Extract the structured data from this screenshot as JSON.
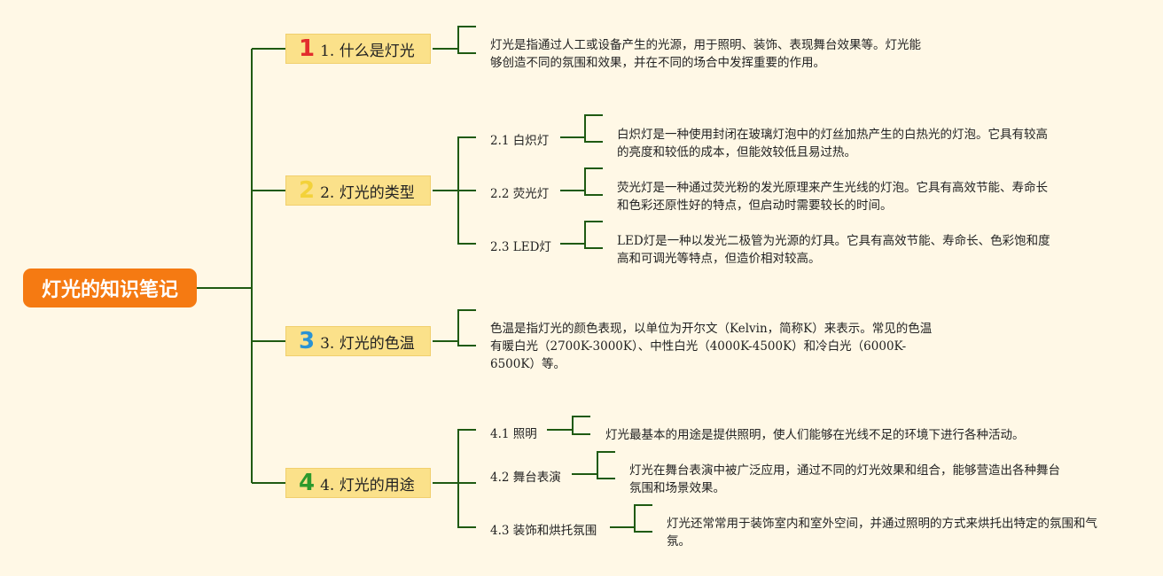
{
  "root": {
    "label": "灯光的知识笔记"
  },
  "topics": [
    {
      "num": "1",
      "label": "1. 什么是灯光",
      "badge_color": "#e22d2d",
      "desc": "灯光是指通过人工或设备产生的光源，用于照明、装饰、表现舞台效果等。灯光能够创造不同的氛围和效果，并在不同的场合中发挥重要的作用。"
    },
    {
      "num": "2",
      "label": "2. 灯光的类型",
      "badge_color": "#f3d23a",
      "subs": [
        {
          "label": "2.1 白炽灯",
          "desc": "白炽灯是一种使用封闭在玻璃灯泡中的灯丝加热产生的白热光的灯泡。它具有较高的亮度和较低的成本，但能效较低且易过热。"
        },
        {
          "label": "2.2 荧光灯",
          "desc": "荧光灯是一种通过荧光粉的发光原理来产生光线的灯泡。它具有高效节能、寿命长和色彩还原性好的特点，但启动时需要较长的时间。"
        },
        {
          "label": "2.3 LED灯",
          "desc": "LED灯是一种以发光二极管为光源的灯具。它具有高效节能、寿命长、色彩饱和度高和可调光等特点，但造价相对较高。"
        }
      ]
    },
    {
      "num": "3",
      "label": "3. 灯光的色温",
      "badge_color": "#2a93d4",
      "desc": "色温是指灯光的颜色表现，以单位为开尔文（Kelvin，简称K）来表示。常见的色温有暖白光（2700K-3000K）、中性白光（4000K-4500K）和冷白光（6000K-6500K）等。"
    },
    {
      "num": "4",
      "label": "4. 灯光的用途",
      "badge_color": "#2c9a2c",
      "subs": [
        {
          "label": "4.1 照明",
          "desc": "灯光最基本的用途是提供照明，使人们能够在光线不足的环境下进行各种活动。"
        },
        {
          "label": "4.2 舞台表演",
          "desc": "灯光在舞台表演中被广泛应用，通过不同的灯光效果和组合，能够营造出各种舞台氛围和场景效果。"
        },
        {
          "label": "4.3 装饰和烘托氛围",
          "desc": "灯光还常常用于装饰室内和室外空间，并通过照明的方式来烘托出特定的氛围和气氛。"
        }
      ]
    }
  ],
  "line_color": "#1f5a12"
}
